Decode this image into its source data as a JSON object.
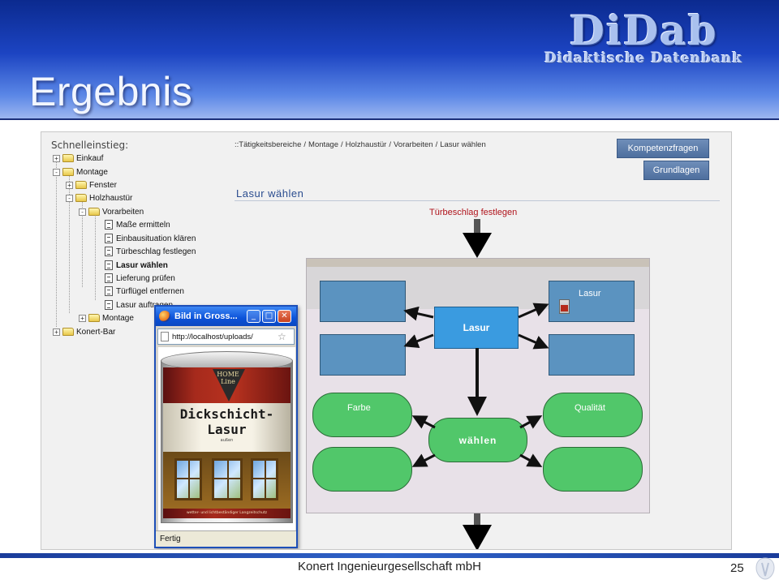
{
  "slide": {
    "title": "Ergebnis",
    "logo_main": "DiDab",
    "logo_sub": "Didaktische Datenbank",
    "footer": "Konert Ingenieurgesellschaft mbH",
    "page_number": "25"
  },
  "colors": {
    "header_dark": "#0b2a8f",
    "button_blue": "#5a7aa8",
    "box_blue": "#5b93c0",
    "center_blue": "#3a9be0",
    "oval_green": "#51c76a",
    "link_red": "#b0141c"
  },
  "sidebar": {
    "title": "Schnelleinstieg:",
    "items": [
      {
        "label": "Einkauf",
        "expander": "+",
        "icon": "folder-icon"
      },
      {
        "label": "Montage",
        "expander": "-",
        "icon": "folder-open-icon"
      },
      {
        "label": "Fenster",
        "expander": "+",
        "icon": "folder-icon"
      },
      {
        "label": "Holzhaustür",
        "expander": "-",
        "icon": "folder-open-icon"
      },
      {
        "label": "Vorarbeiten",
        "expander": "-",
        "icon": "folder-open-icon"
      },
      {
        "label": "Maße ermitteln",
        "icon": "document-icon"
      },
      {
        "label": "Einbausituation klären",
        "icon": "document-icon"
      },
      {
        "label": "Türbeschlag festlegen",
        "icon": "document-icon"
      },
      {
        "label": "Lasur wählen",
        "icon": "document-icon",
        "selected": true
      },
      {
        "label": "Lieferung prüfen",
        "icon": "document-icon"
      },
      {
        "label": "Türflügel entfernen",
        "icon": "document-icon"
      },
      {
        "label": "Lasur auftragen",
        "icon": "document-icon"
      },
      {
        "label": "Montage",
        "expander": "+",
        "icon": "folder-icon"
      },
      {
        "label": "Konert-Bar",
        "expander": "+",
        "icon": "folder-icon"
      }
    ]
  },
  "breadcrumb": {
    "prefix": "::",
    "items": [
      "Tätigkeitsbereiche",
      "Montage",
      "Holzhaustür",
      "Vorarbeiten",
      "Lasur wählen"
    ],
    "separator": "/"
  },
  "buttons": {
    "kompetenzfragen": "Kompetenzfragen",
    "grundlagen": "Grundlagen"
  },
  "content": {
    "heading": "Lasur wählen",
    "previous_step_link": "Türbeschlag festlegen"
  },
  "diagram": {
    "center_box": "Lasur",
    "top_right_box": "Lasur",
    "center_oval": "wählen",
    "left_oval": "Farbe",
    "right_oval": "Qualität"
  },
  "popup": {
    "title": "Bild in Gross...",
    "url": "http://localhost/uploads/",
    "status": "Fertig",
    "product": {
      "brand": "HOME Line",
      "name_line1": "Dickschicht-",
      "name_line2": "Lasur",
      "sub": "außen",
      "footer": "wetter- und lichtbeständiger Langzeitschutz"
    }
  }
}
